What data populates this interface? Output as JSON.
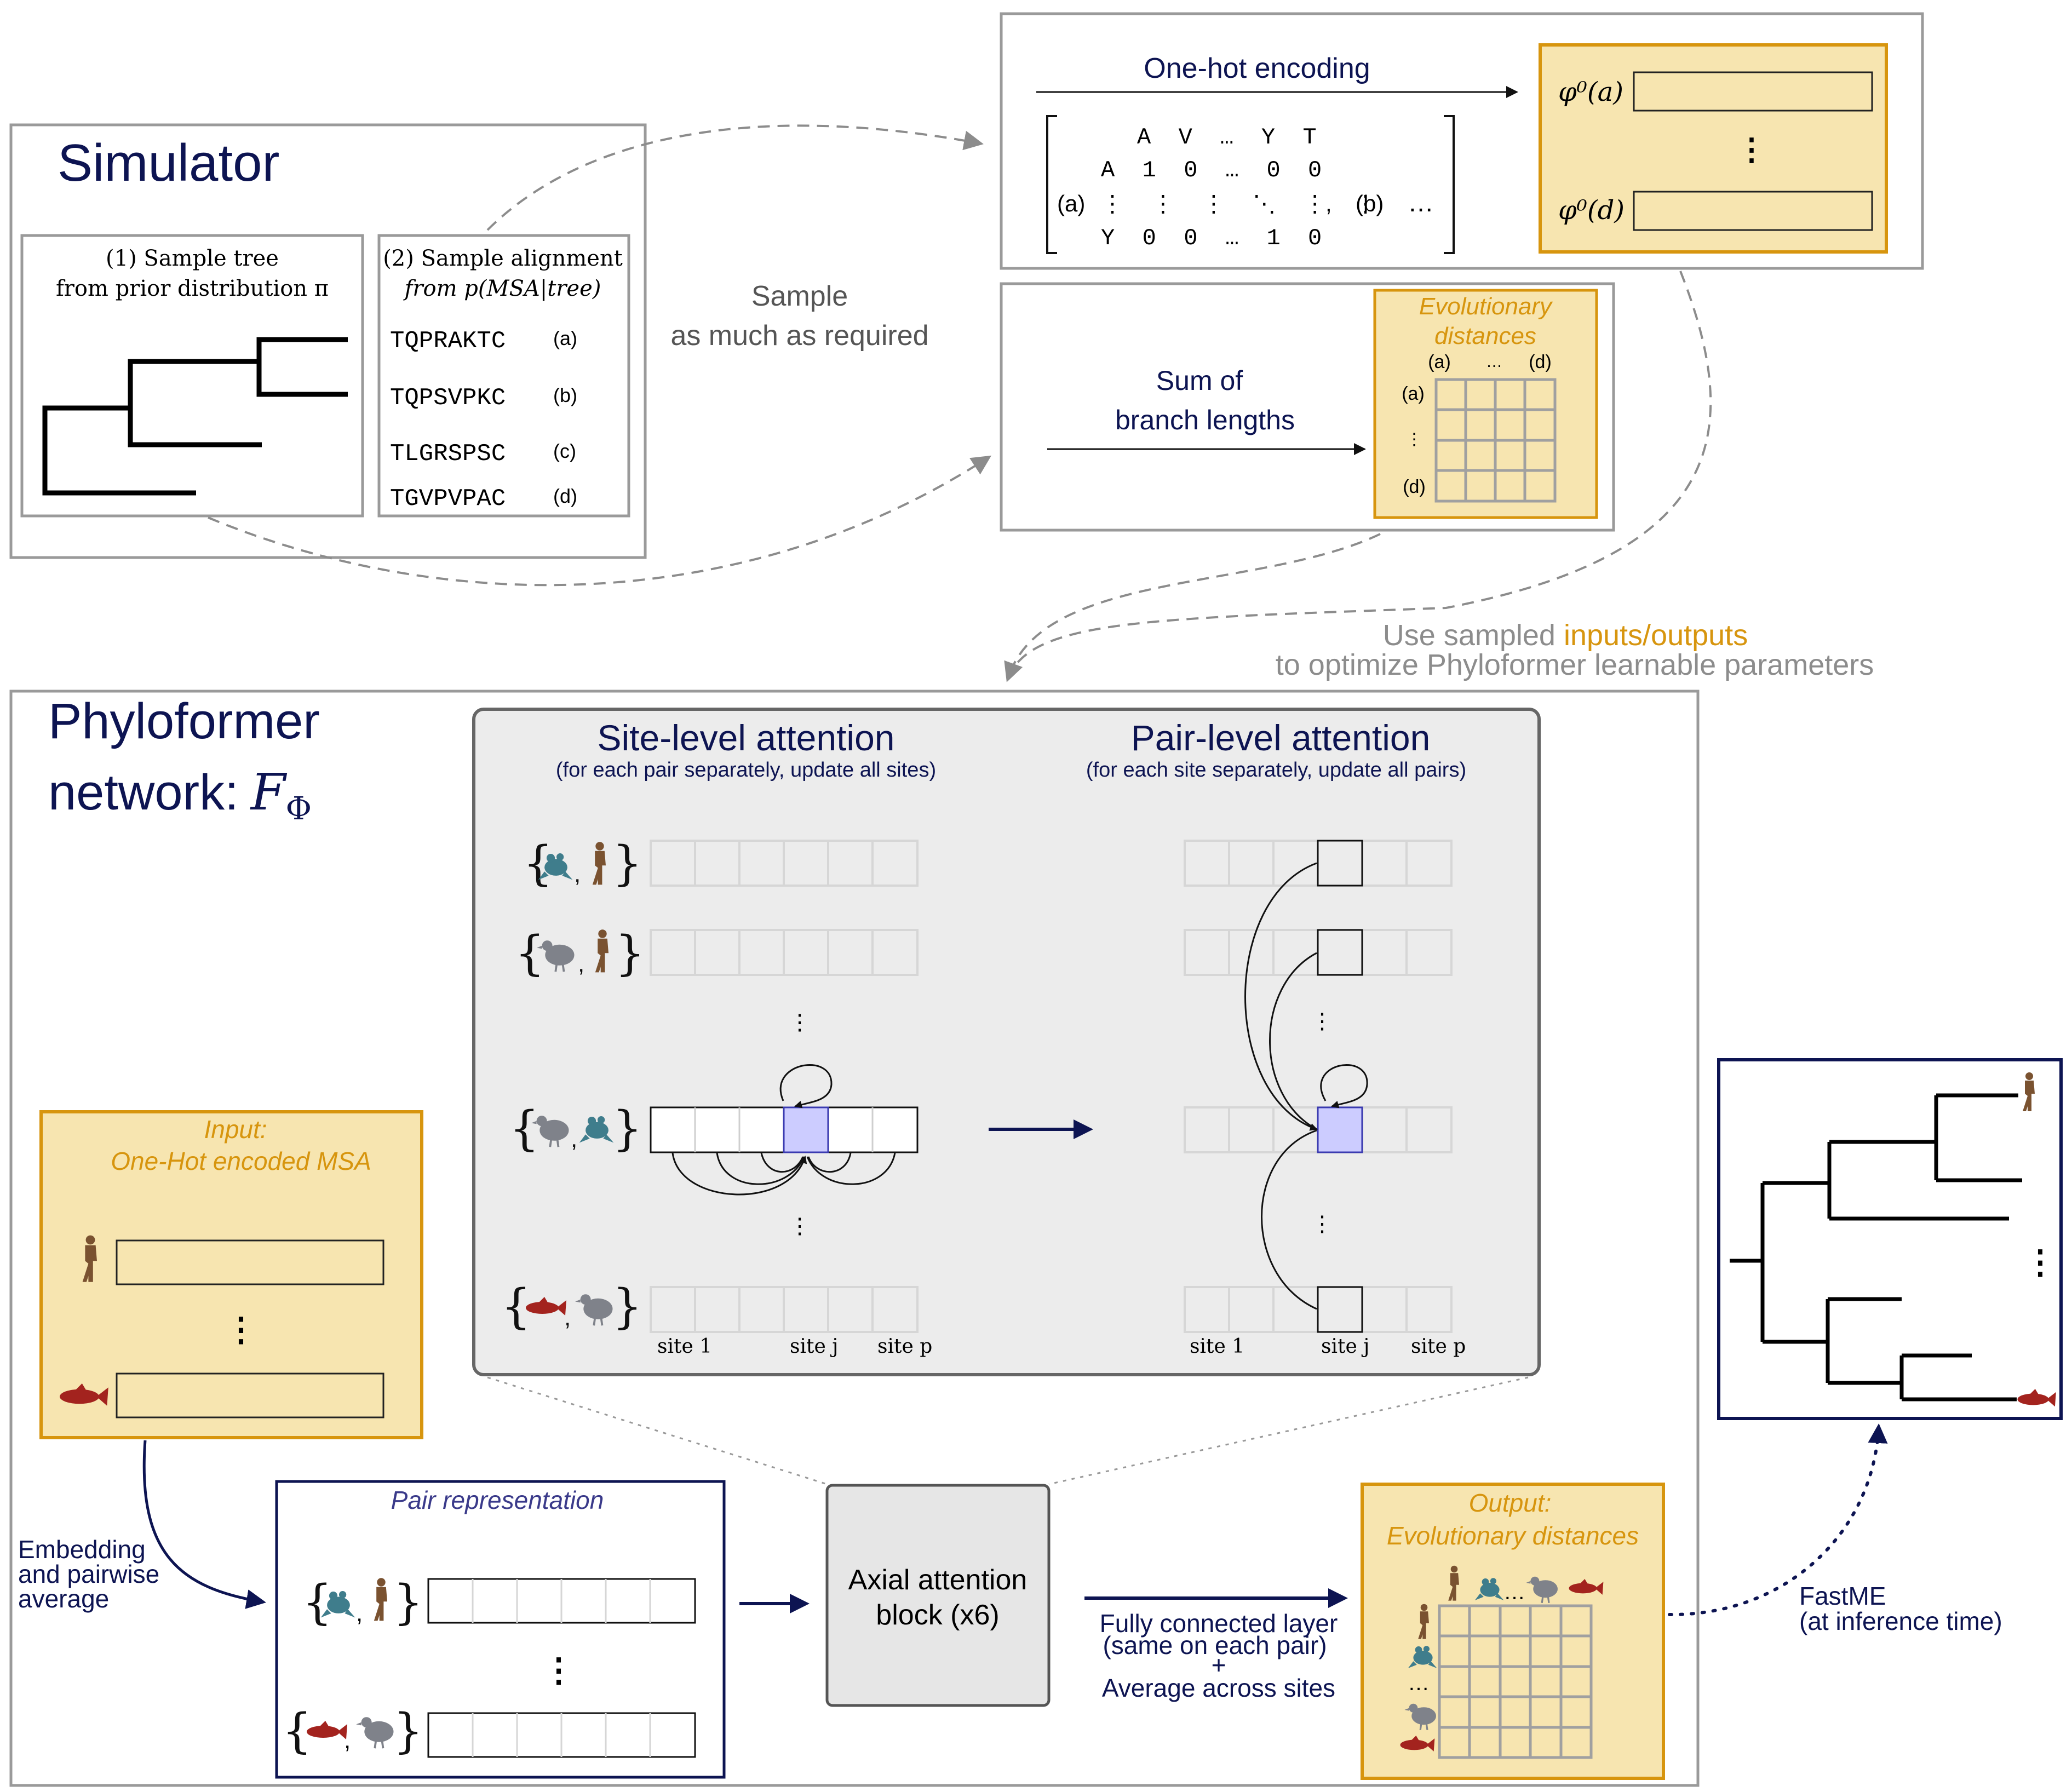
{
  "colors": {
    "navy": "#0d1452",
    "gold": "#d7950e",
    "gold_fill": "#f7e5b0",
    "gray": "#8c8c8c",
    "panel_gray": "#ececec",
    "highlight": "#ccccff"
  },
  "simulator": {
    "title": "Simulator",
    "tree_caption_1": "(1) Sample tree",
    "tree_caption_2": "from prior distribution π",
    "align_caption_1": "(2) Sample alignment",
    "align_caption_2": "from p(MSA|tree)",
    "sequences": [
      {
        "seq": "TQPRAKTC",
        "label": "(a)"
      },
      {
        "seq": "TQPSVPKC",
        "label": "(b)"
      },
      {
        "seq": "TLGRSPSC",
        "label": "(c)"
      },
      {
        "seq": "TGVPVPAC",
        "label": "(d)"
      }
    ]
  },
  "sample_note": {
    "line1": "Sample",
    "line2": "as much as required"
  },
  "onehot": {
    "title": "One-hot encoding",
    "header": "A  V  …  Y  T",
    "row1": "A  1  0  …  0  0",
    "row2": "⋮  ⋮  ⋮  ⋱  ⋮  ⋮",
    "row3": "Y  0  0  …  1  0",
    "label_a": "(a)",
    "comma": ",",
    "label_b": "(b)",
    "trailing": "…",
    "phi_a": "φ⁰(a)",
    "phi_d": "φ⁰(d)"
  },
  "distances_box": {
    "left_text_1": "Sum of",
    "left_text_2": "branch lengths",
    "title_1": "Evolutionary",
    "title_2": "distances",
    "col_a": "(a)",
    "col_dots": "…",
    "col_d": "(d)",
    "row_a": "(a)",
    "row_dots": "⋮",
    "row_d": "(d)"
  },
  "optimize_note": {
    "line1_pre": "Use sampled ",
    "line1_highlight": "inputs/outputs",
    "line2": "to optimize Phyloformer learnable parameters"
  },
  "phyloformer": {
    "title_1": "Phyloformer",
    "title_2": "network:",
    "symbol": "F",
    "subscript": "Φ"
  },
  "attention": {
    "site_title": "Site-level attention",
    "site_subtitle": "(for each pair separately, update all sites)",
    "pair_title": "Pair-level attention",
    "pair_subtitle": "(for each site separately, update all pairs)",
    "site_1": "site 1",
    "site_j": "site j",
    "site_p": "site p"
  },
  "input_box": {
    "title_1": "Input:",
    "title_2": "One-Hot encoded MSA"
  },
  "embedding_note": {
    "line1": "Embedding",
    "line2": "and pairwise",
    "line3": "average"
  },
  "pair_rep": {
    "title": "Pair representation"
  },
  "axial_block": {
    "line1": "Axial attention",
    "line2": "block (x6)"
  },
  "fc_note": {
    "line1": "Fully connected layer",
    "line2": "(same on each pair)",
    "line3": "+",
    "line4": "Average across sites"
  },
  "output_box": {
    "title_1": "Output:",
    "title_2": "Evolutionary distances",
    "dots": "…"
  },
  "fastme_note": {
    "line1": "FastME",
    "line2": "(at inference time)"
  },
  "icons": [
    "human-icon",
    "frog-icon",
    "bird-icon",
    "fish-icon"
  ]
}
